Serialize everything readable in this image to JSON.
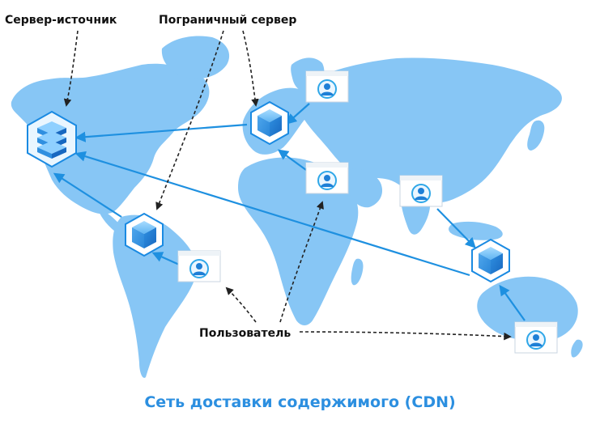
{
  "labels": {
    "origin_server": "Сервер-источник",
    "edge_server": "Пограничный сервер",
    "user": "Пользователь"
  },
  "caption": "Сеть доставки содержимого (CDN)",
  "colors": {
    "continents": "#87c6f5",
    "link": "#1e90e0",
    "caption": "#2c8fe0",
    "node_outline": "#1a8ae2",
    "dashed_arrow": "#222222"
  },
  "icons": {
    "origin": "server-stack-icon",
    "edge": "cube-icon",
    "user": "user-avatar-icon"
  }
}
